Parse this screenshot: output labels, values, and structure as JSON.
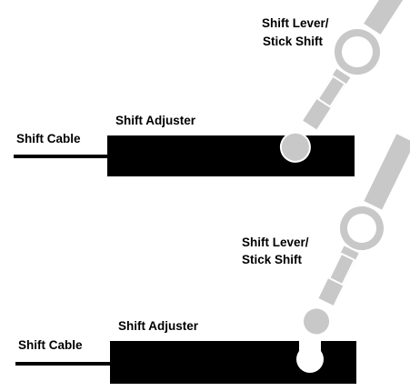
{
  "colors": {
    "background": "#ffffff",
    "adjuster_block": "#000000",
    "cable": "#000000",
    "lever_fill": "#c8c8c8",
    "lever_outline": "#ffffff",
    "text": "#000000"
  },
  "panels": [
    {
      "lever_label_line1": "Shift Lever/",
      "lever_label_line2": "Stick Shift",
      "adjuster_label": "Shift Adjuster",
      "cable_label": "Shift Cable"
    },
    {
      "lever_label_line1": "Shift Lever/",
      "lever_label_line2": "Stick Shift",
      "adjuster_label": "Shift Adjuster",
      "cable_label": "Shift Cable"
    }
  ]
}
